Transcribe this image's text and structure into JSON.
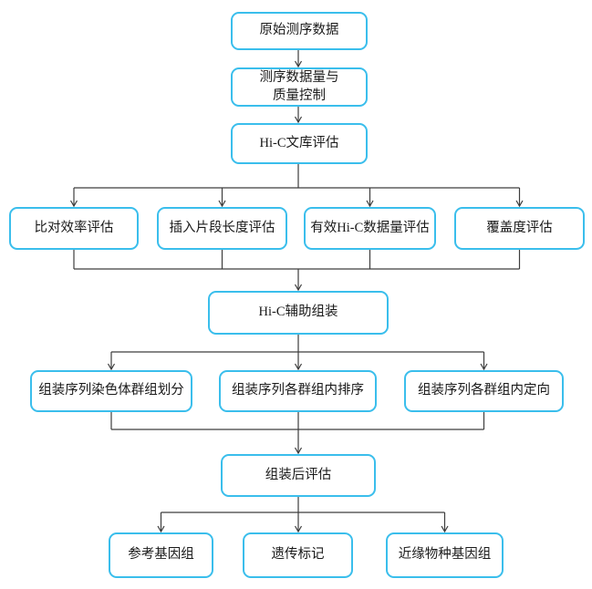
{
  "diagram": {
    "type": "flowchart",
    "colors": {
      "accent": "#3ABEEC",
      "line": "#3D3D3D",
      "text": "#1A1A1A",
      "background": "#FFFFFF"
    },
    "nodes": {
      "raw": {
        "label": "原始测序数据"
      },
      "qc": {
        "label": "测序数据量与\n质量控制"
      },
      "library": {
        "label": "Hi-C文库评估"
      },
      "align": {
        "label": "比对效率评估"
      },
      "insert": {
        "label": "插入片段长度评估"
      },
      "valid": {
        "label": "有效Hi-C数据量评估"
      },
      "coverage": {
        "label": "覆盖度评估"
      },
      "assembly": {
        "label": "Hi-C辅助组装"
      },
      "cluster": {
        "label": "组装序列染色体群组划分"
      },
      "order": {
        "label": "组装序列各群组内排序"
      },
      "orient": {
        "label": "组装序列各群组内定向"
      },
      "post": {
        "label": "组装后评估"
      },
      "ref": {
        "label": "参考基因组"
      },
      "marker": {
        "label": "遗传标记"
      },
      "related": {
        "label": "近缘物种基因组"
      }
    },
    "flow": [
      "raw -> qc",
      "qc -> library",
      "library -> align, insert, valid, coverage",
      "align, insert, valid, coverage -> assembly",
      "assembly -> cluster, order, orient",
      "cluster, order, orient -> post",
      "post -> ref, marker, related"
    ]
  }
}
